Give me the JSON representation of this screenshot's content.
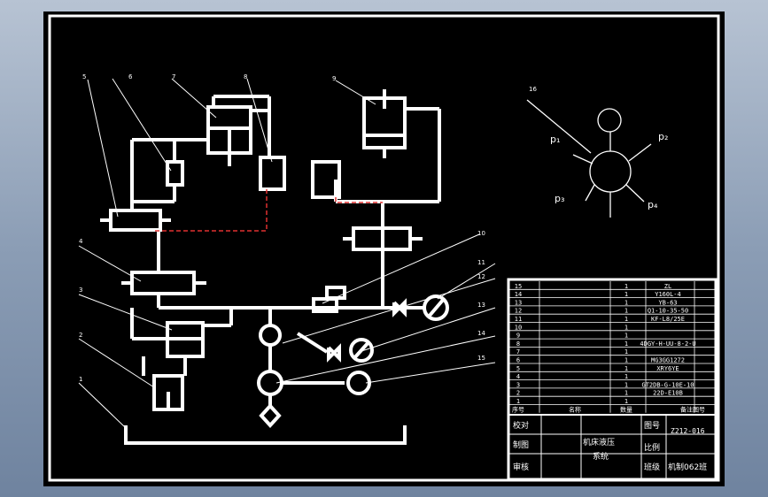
{
  "drawing": {
    "callouts": [
      "5",
      "6",
      "7",
      "8",
      "9",
      "16",
      "4",
      "3",
      "2",
      "1",
      "10",
      "11",
      "12",
      "13",
      "14",
      "15"
    ],
    "pressure_labels": [
      "p₁",
      "p₂",
      "p₃",
      "p₄"
    ],
    "bom_rows": [
      {
        "no": "15",
        "qty": "1",
        "spec": "ZL"
      },
      {
        "no": "14",
        "qty": "1",
        "spec": "Y160L-4"
      },
      {
        "no": "13",
        "qty": "1",
        "spec": "YB-63"
      },
      {
        "no": "12",
        "qty": "1",
        "spec": "Q1-10-35-50"
      },
      {
        "no": "11",
        "qty": "1",
        "spec": "KF-L8/25E"
      },
      {
        "no": "10",
        "qty": "1",
        "spec": ""
      },
      {
        "no": "9",
        "qty": "1",
        "spec": ""
      },
      {
        "no": "8",
        "qty": "1",
        "spec": "4DGY-H-UU-8-2-U"
      },
      {
        "no": "7",
        "qty": "1",
        "spec": ""
      },
      {
        "no": "6",
        "qty": "1",
        "spec": "MG3GG1272"
      },
      {
        "no": "5",
        "qty": "1",
        "spec": "XRY6YE"
      },
      {
        "no": "4",
        "qty": "1",
        "spec": ""
      },
      {
        "no": "3",
        "qty": "1",
        "spec": "GT2DB-G-10E-10"
      },
      {
        "no": "2",
        "qty": "1",
        "spec": "22D-E10B"
      },
      {
        "no": "1",
        "qty": "1",
        "spec": ""
      }
    ],
    "bom_header": {
      "no": "序号",
      "name": "名称",
      "qty": "数量",
      "remark": "备注图号"
    },
    "title_block": {
      "check": "校对",
      "drawn": "制图",
      "review": "审核",
      "drawing_no_label": "图号",
      "drawing_no": "Z212-016",
      "scale_label": "比例",
      "class_label": "班级",
      "class_value": "机制062班",
      "title_line1": "机床液压",
      "title_line2": "系统"
    }
  }
}
